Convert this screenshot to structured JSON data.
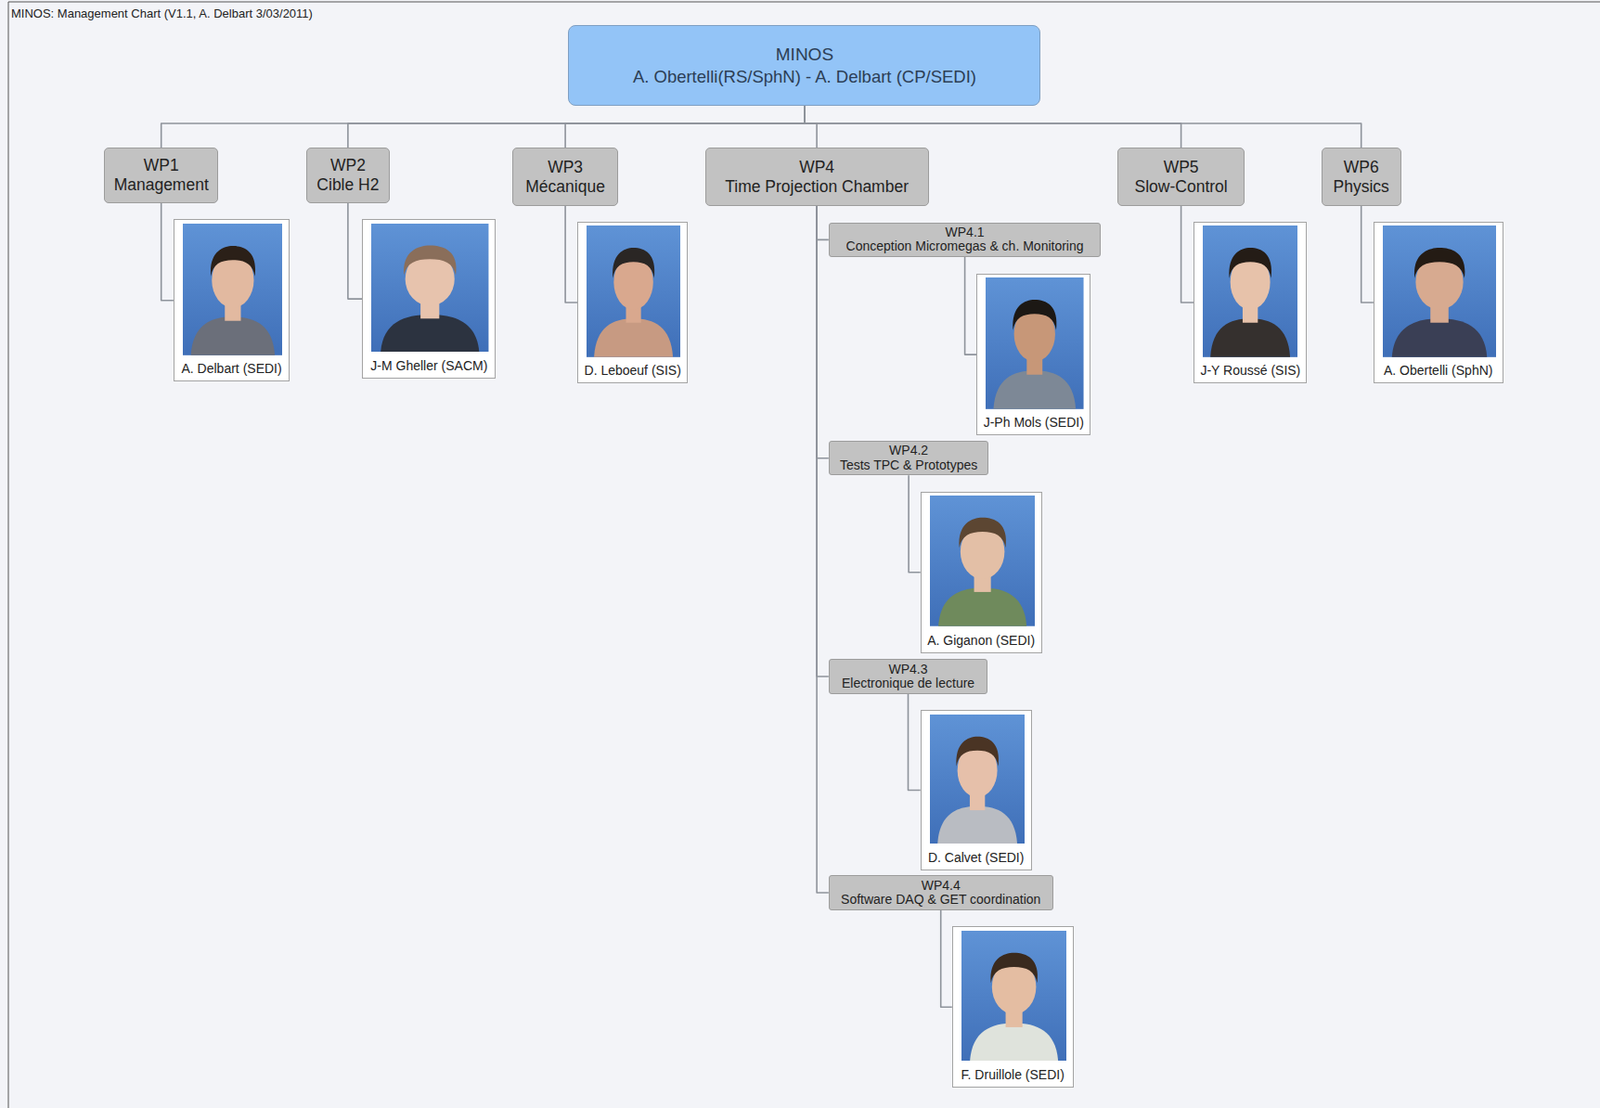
{
  "diagram": {
    "title": "MINOS: Management Chart (V1.1, A. Delbart 3/03/2011)",
    "nodes": [
      {
        "text": [
          "MINOS",
          "A. Obertelli(RS/SphN) - A. Delbart (CP/SEDI)"
        ]
      },
      {
        "text": [
          "WP1",
          "Management"
        ]
      },
      {
        "text": [
          "A. Delbart (SEDI)"
        ]
      },
      {
        "text": [
          "WP2",
          "Cible H2"
        ]
      },
      {
        "text": [
          "J-M Gheller (SACM)"
        ]
      },
      {
        "text": [
          "WP3",
          "Mécanique"
        ]
      },
      {
        "text": [
          "D. Leboeuf (SIS)"
        ]
      },
      {
        "text": [
          "WP4",
          "Time Projection Chamber"
        ]
      },
      {
        "text": [
          "WP4.1",
          "Conception Micromegas & ch. Monitoring"
        ]
      },
      {
        "text": [
          "J-Ph Mols (SEDI)"
        ]
      },
      {
        "text": [
          "WP4.2",
          "Tests TPC & Prototypes"
        ]
      },
      {
        "text": [
          "A. Giganon (SEDI)"
        ]
      },
      {
        "text": [
          "WP4.3",
          "Electronique de lecture"
        ]
      },
      {
        "text": [
          "D. Calvet (SEDI)"
        ]
      },
      {
        "text": [
          "WP4.4",
          "Software DAQ & GET coordination"
        ]
      },
      {
        "text": [
          "F. Druillole (SEDI)"
        ]
      },
      {
        "text": [
          "WP5",
          "Slow-Control"
        ]
      },
      {
        "text": [
          "J-Y Roussé (SIS)"
        ]
      },
      {
        "text": [
          "WP6",
          "Physics"
        ]
      },
      {
        "text": [
          "A. Obertelli (SphN)"
        ]
      }
    ],
    "edges": [
      {
        "from": 0,
        "to": 1,
        "arrow": "none"
      },
      {
        "from": 0,
        "to": 3,
        "arrow": "none"
      },
      {
        "from": 0,
        "to": 5,
        "arrow": "none"
      },
      {
        "from": 0,
        "to": 7,
        "arrow": "none"
      },
      {
        "from": 0,
        "to": 16,
        "arrow": "none"
      },
      {
        "from": 0,
        "to": 18,
        "arrow": "none"
      },
      {
        "from": 1,
        "to": 2,
        "arrow": "none"
      },
      {
        "from": 3,
        "to": 4,
        "arrow": "none"
      },
      {
        "from": 5,
        "to": 6,
        "arrow": "none"
      },
      {
        "from": 7,
        "to": 8,
        "arrow": "none"
      },
      {
        "from": 7,
        "to": 10,
        "arrow": "none"
      },
      {
        "from": 7,
        "to": 12,
        "arrow": "none"
      },
      {
        "from": 7,
        "to": 14,
        "arrow": "none"
      },
      {
        "from": 8,
        "to": 9,
        "arrow": "none"
      },
      {
        "from": 10,
        "to": 11,
        "arrow": "none"
      },
      {
        "from": 12,
        "to": 13,
        "arrow": "none"
      },
      {
        "from": 14,
        "to": 15,
        "arrow": "none"
      },
      {
        "from": 16,
        "to": 17,
        "arrow": "none"
      },
      {
        "from": 18,
        "to": 19,
        "arrow": "none"
      }
    ]
  }
}
